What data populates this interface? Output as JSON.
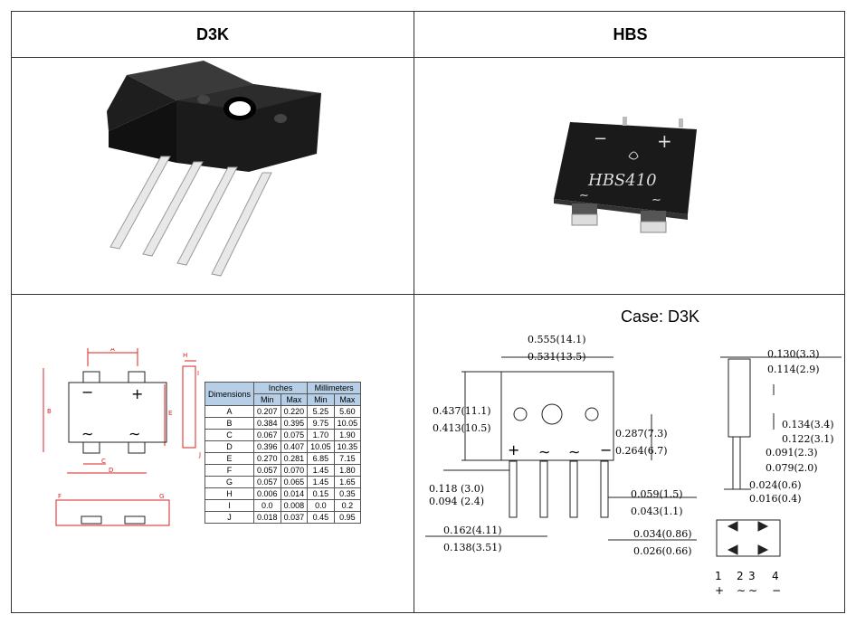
{
  "headers": {
    "left": "D3K",
    "right": "HBS"
  },
  "hbs_marking": "HBS410",
  "hbs_pins": {
    "minus": "−",
    "plus": "+",
    "ac": "∼"
  },
  "case_label": "Case: D3K",
  "table": {
    "col_dimensions": "Dimensions",
    "col_inches": "Inches",
    "col_mm": "Millimeters",
    "sub": [
      "Min",
      "Max",
      "Min",
      "Max"
    ],
    "rows": [
      [
        "A",
        "0.207",
        "0.220",
        "5.25",
        "5.60"
      ],
      [
        "B",
        "0.384",
        "0.395",
        "9.75",
        "10.05"
      ],
      [
        "C",
        "0.067",
        "0.075",
        "1.70",
        "1.90"
      ],
      [
        "D",
        "0.396",
        "0.407",
        "10.05",
        "10.35"
      ],
      [
        "E",
        "0.270",
        "0.281",
        "6.85",
        "7.15"
      ],
      [
        "F",
        "0.057",
        "0.070",
        "1.45",
        "1.80"
      ],
      [
        "G",
        "0.057",
        "0.065",
        "1.45",
        "1.65"
      ],
      [
        "H",
        "0.006",
        "0.014",
        "0.15",
        "0.35"
      ],
      [
        "I",
        "0.0",
        "0.008",
        "0.0",
        "0.2"
      ],
      [
        "J",
        "0.018",
        "0.037",
        "0.45",
        "0.95"
      ]
    ]
  },
  "outline_letters": {
    "A": "A",
    "B": "B",
    "C": "C",
    "D": "D",
    "E": "E",
    "F": "F",
    "G": "G",
    "H": "H",
    "I": "I",
    "J": "J"
  },
  "d3k_dims": {
    "w1": "0.555(14.1)",
    "w2": "0.531(13.5)",
    "h1": "0.437(11.1)",
    "h2": "0.413(10.5)",
    "p1": "0.287(7.3)",
    "p2": "0.264(6.7)",
    "l1": "0.118 (3.0)",
    "l2": "0.094 (2.4)",
    "q1": "0.059(1.5)",
    "q2": "0.043(1.1)",
    "s1": "0.162(4.11)",
    "s2": "0.138(3.51)",
    "r1": "0.034(0.86)",
    "r2": "0.026(0.66)",
    "t1": "0.130(3.3)",
    "t2": "0.114(2.9)",
    "u1": "0.134(3.4)",
    "u2": "0.122(3.1)",
    "v1": "0.091(2.3)",
    "v2": "0.079(2.0)",
    "x1": "0.024(0.6)",
    "x2": "0.016(0.4)"
  },
  "d3k_pin_marks": [
    "+",
    "∼",
    "∼",
    "−"
  ],
  "schematic_pins": [
    "1",
    "2",
    "3",
    "4"
  ],
  "schematic_signs": [
    "+",
    "∼",
    "∼",
    "−"
  ]
}
